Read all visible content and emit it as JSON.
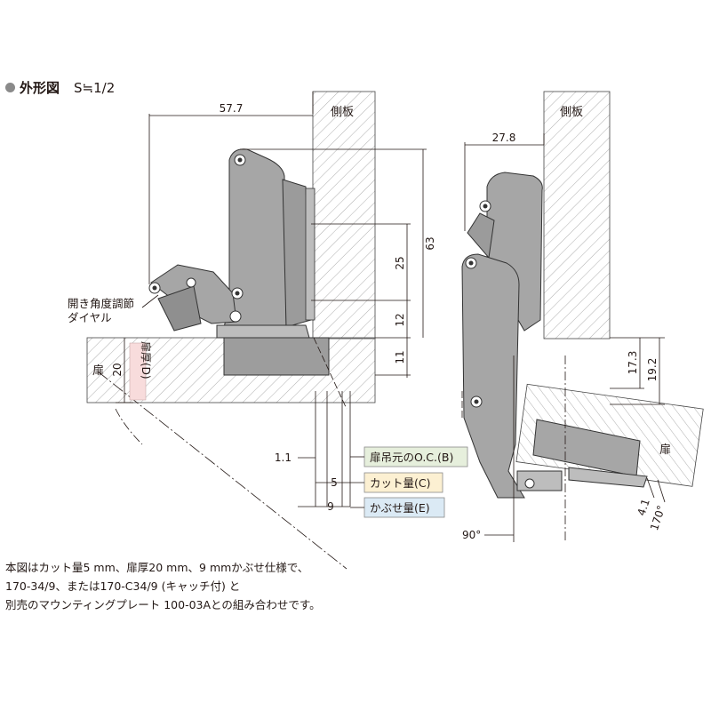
{
  "header": {
    "title": "外形図",
    "scale": "S≒1/2"
  },
  "labels": {
    "side_panel_left": "側板",
    "side_panel_right": "側板",
    "door_left": "扉",
    "door_right": "扉",
    "door_thickness_d": "扉厚(D)",
    "dial_line1": "開き角度調節",
    "dial_line2": "ダイヤル"
  },
  "dimensions": {
    "d57_7": "57.7",
    "d27_8": "27.8",
    "d63": "63",
    "d25": "25",
    "d12": "12",
    "d11": "11",
    "d20": "20",
    "d17_3": "17.3",
    "d19_2": "19.2",
    "d1_1": "1.1",
    "d5": "5",
    "d9": "9",
    "d4_1": "4.1",
    "a90": "90°",
    "a170": "170°"
  },
  "legend": [
    {
      "label": "扉吊元のO.C.(B)",
      "color": "#e6efdc"
    },
    {
      "label": "カット量(C)",
      "color": "#fcf0d2"
    },
    {
      "label": "かぶせ量(E)",
      "color": "#dbeaf5"
    }
  ],
  "note": {
    "line1": "本図はカット量5 mm、扉厚20 mm、9 mmかぶせ仕様で、",
    "line2": "170-34/9、または170-C34/9 (キャッチ付) と",
    "line3": "別売のマウンティングプレート 100-03Aとの組み合わせです。"
  }
}
